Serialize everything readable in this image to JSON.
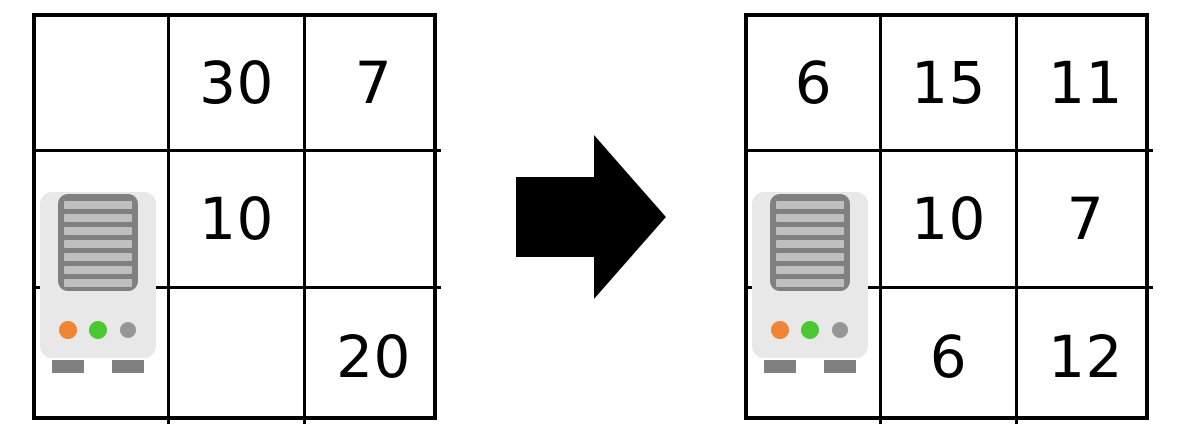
{
  "scene": {
    "title": "Grid transformation before and after",
    "background_color": "#ffffff"
  },
  "arrow": {
    "icon": "right-arrow-icon",
    "direction": "right",
    "color": "#000000"
  },
  "robot_icon": {
    "icon": "machine-robot-icon",
    "body_color": "#e8e8e8",
    "grille_frame_color": "#808080",
    "grille_bar_color": "#bfbfbf",
    "foot_color": "#808080",
    "lights": [
      {
        "name": "status-light-orange",
        "color": "#ef8435"
      },
      {
        "name": "status-light-green",
        "color": "#4cc832"
      },
      {
        "name": "status-light-gray",
        "color": "#969696"
      }
    ],
    "grille_bar_count": 7
  },
  "grids": {
    "before": {
      "label": "before-grid",
      "rows": 3,
      "columns": 3,
      "cells": [
        [
          {
            "value": "",
            "has_robot": false
          },
          {
            "value": "30",
            "has_robot": false
          },
          {
            "value": "7",
            "has_robot": false
          }
        ],
        [
          {
            "value": "",
            "has_robot": true
          },
          {
            "value": "10",
            "has_robot": false
          },
          {
            "value": "",
            "has_robot": false
          }
        ],
        [
          {
            "value": "",
            "has_robot": false
          },
          {
            "value": "",
            "has_robot": false
          },
          {
            "value": "20",
            "has_robot": false
          }
        ]
      ]
    },
    "after": {
      "label": "after-grid",
      "rows": 3,
      "columns": 3,
      "cells": [
        [
          {
            "value": "6",
            "has_robot": false
          },
          {
            "value": "15",
            "has_robot": false
          },
          {
            "value": "11",
            "has_robot": false
          }
        ],
        [
          {
            "value": "",
            "has_robot": true
          },
          {
            "value": "10",
            "has_robot": false
          },
          {
            "value": "7",
            "has_robot": false
          }
        ],
        [
          {
            "value": "",
            "has_robot": false
          },
          {
            "value": "6",
            "has_robot": false
          },
          {
            "value": "12",
            "has_robot": false
          }
        ]
      ]
    }
  }
}
